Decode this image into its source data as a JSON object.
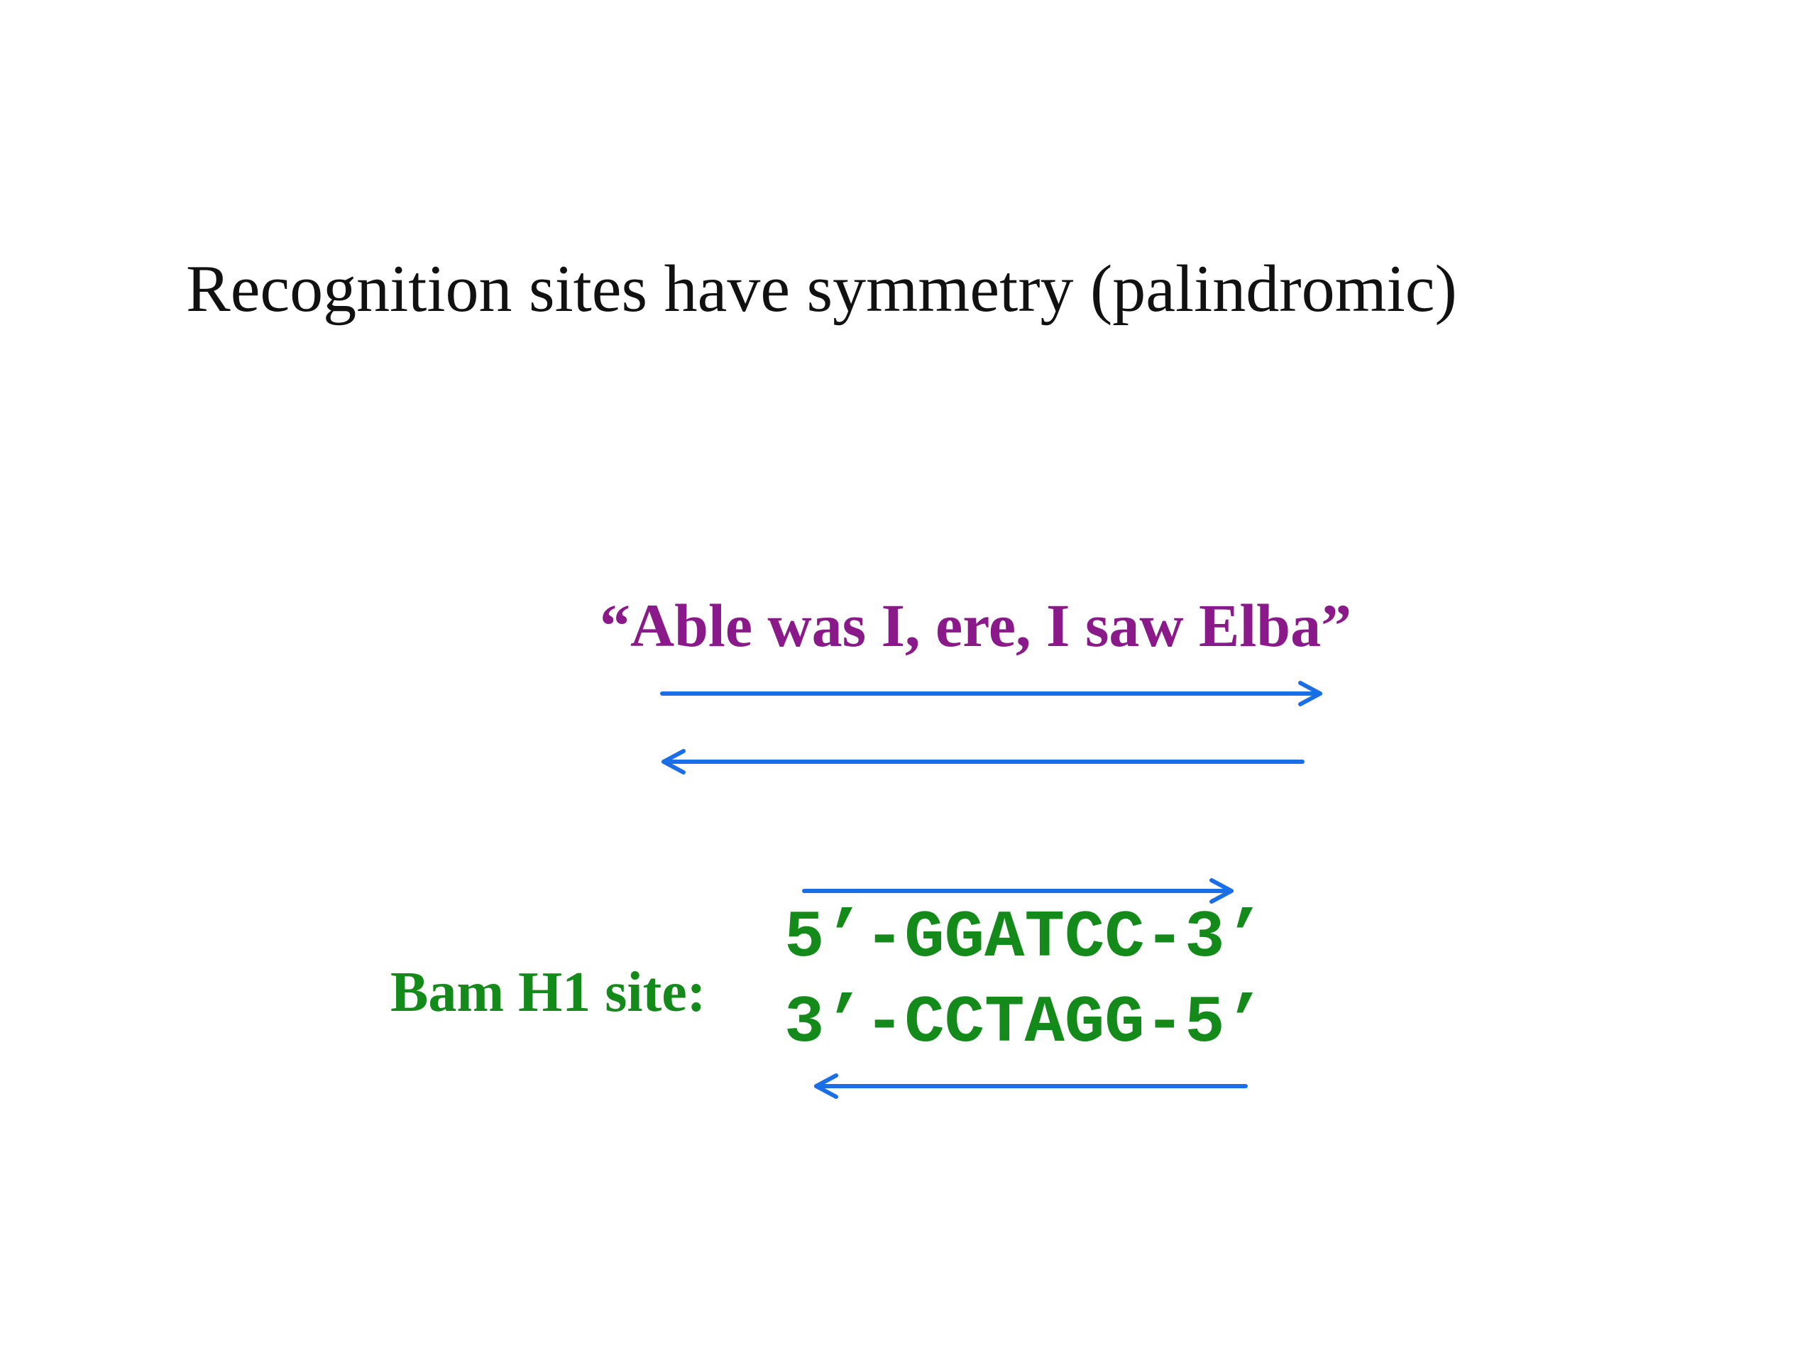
{
  "slide": {
    "title": "Recognition sites have symmetry (palindromic)",
    "quote": "“Able was I, ere, I saw Elba”",
    "site_label": "Bam H1 site:",
    "strands": {
      "top": "5’-GGATCC-3’",
      "bottom": "3’-CCTAGG-5’"
    }
  },
  "colors": {
    "title": "#111111",
    "quote": "#8a1a8a",
    "dna": "#138a1a",
    "arrow": "#1a6ee8"
  },
  "arrows": [
    {
      "name": "quote-forward-arrow",
      "direction": "right"
    },
    {
      "name": "quote-reverse-arrow",
      "direction": "left"
    },
    {
      "name": "top-strand-arrow",
      "direction": "right"
    },
    {
      "name": "bottom-strand-arrow",
      "direction": "left"
    }
  ]
}
